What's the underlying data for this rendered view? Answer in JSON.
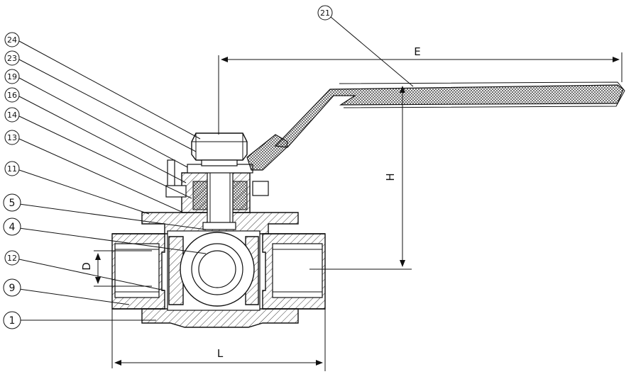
{
  "callouts": [
    {
      "id": "c24",
      "label": "24"
    },
    {
      "id": "c23",
      "label": "23"
    },
    {
      "id": "c19",
      "label": "19"
    },
    {
      "id": "c16",
      "label": "16"
    },
    {
      "id": "c14",
      "label": "14"
    },
    {
      "id": "c13",
      "label": "13"
    },
    {
      "id": "c11",
      "label": "11"
    },
    {
      "id": "c5",
      "label": "5"
    },
    {
      "id": "c4",
      "label": "4"
    },
    {
      "id": "c12",
      "label": "12"
    },
    {
      "id": "c9",
      "label": "9"
    },
    {
      "id": "c1",
      "label": "1"
    },
    {
      "id": "c21",
      "label": "21"
    }
  ],
  "dimensions": {
    "E": "E",
    "H": "H",
    "D": "D",
    "L": "L"
  }
}
